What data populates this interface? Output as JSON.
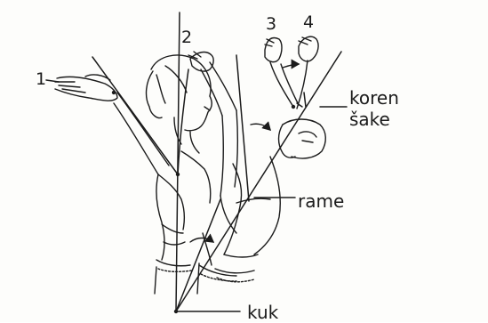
{
  "labels": {
    "pos1": "1",
    "pos2": "2",
    "pos3": "3",
    "pos4": "4",
    "koren": "koren",
    "sake": "šake",
    "rame": "rame",
    "kuk": "kuk"
  },
  "colors": {
    "ink": "#1b1b1b",
    "paper": "#fdfdfb"
  }
}
